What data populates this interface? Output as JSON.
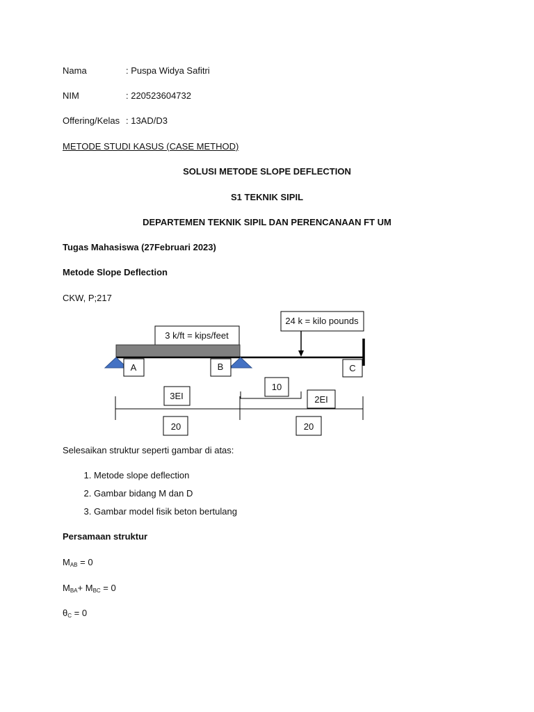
{
  "header": {
    "name_label": "Nama",
    "name_value": ": Puspa Widya Safitri",
    "nim_label": "NIM",
    "nim_value": ": 220523604732",
    "class_label": "Offering/Kelas",
    "class_value": ": 13AD/D3"
  },
  "method_title": "METODE STUDI KASUS (CASE METHOD)",
  "titles": [
    "SOLUSI METODE SLOPE DEFLECTION",
    "S1 TEKNIK SIPIL",
    "DEPARTEMEN TEKNIK SIPIL DAN PERENCANAAN FT UM"
  ],
  "task": "Tugas Mahasiswa (27Februari 2023)",
  "subject": "Metode Slope Deflection",
  "reference": "CKW, P;217",
  "diagram": {
    "point_load_label": "24 k = kilo pounds",
    "distributed_load_label": "3 k/ft = kips/feet",
    "node_a": "A",
    "node_b": "B",
    "node_c": "C",
    "dim_10": "10",
    "stiffness_ab": "3EI",
    "stiffness_bc": "2EI",
    "span_ab": "20",
    "span_bc": "20"
  },
  "instruction": "Selesaikan struktur seperti gambar di atas:",
  "tasks": [
    "Metode slope deflection",
    "Gambar bidang M dan D",
    "Gambar model fisik beton bertulang"
  ],
  "equations_title": "Persamaan struktur",
  "equations": {
    "eq1_m": "M",
    "eq1_sub": "AB",
    "eq1_rest": " = 0",
    "eq2_m1": "M",
    "eq2_sub1": "BA",
    "eq2_plus": "+ M",
    "eq2_sub2": "BC",
    "eq2_rest": " = 0",
    "eq3_theta": "θ",
    "eq3_sub": "C",
    "eq3_rest": " = 0"
  },
  "colors": {
    "support": "#4472c4",
    "beam_fill": "#808080"
  }
}
